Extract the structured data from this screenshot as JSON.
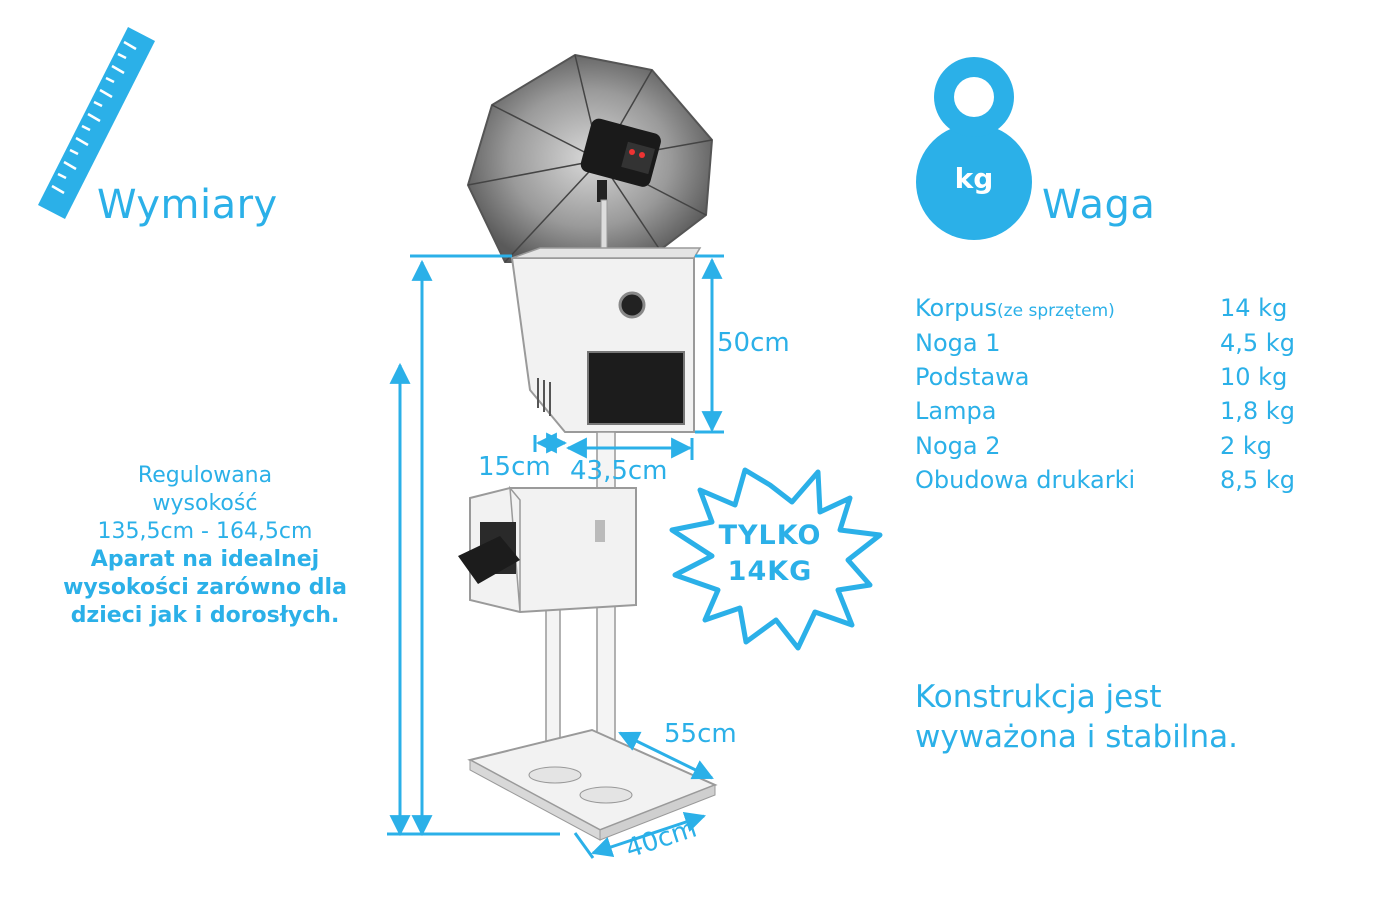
{
  "colors": {
    "accent": "#2bb0e8",
    "product": "#f2f2f2",
    "outline": "#9a9a9a"
  },
  "header_left": {
    "icon": "ruler-icon",
    "title": "Wymiary"
  },
  "header_right": {
    "icon": "kettlebell-icon",
    "icon_label": "kg",
    "title": "Waga"
  },
  "dimensions": {
    "head_height": "50cm",
    "head_depth": "15cm",
    "head_width": "43,5cm",
    "base_depth": "55cm",
    "base_width": "40cm"
  },
  "height_info": {
    "line1": "Regulowana",
    "line2": "wysokość",
    "line3": "135,5cm - 164,5cm",
    "bold1": "Aparat na idealnej",
    "bold2": "wysokości zarówno dla",
    "bold3": "dzieci jak i dorosłych."
  },
  "badge": {
    "line1": "TYLKO",
    "line2": "14KG"
  },
  "weights": [
    {
      "name": "Korpus",
      "sub": "(ze sprzętem)",
      "value": "14 kg"
    },
    {
      "name": "Noga 1",
      "sub": "",
      "value": "4,5 kg"
    },
    {
      "name": "Podstawa",
      "sub": "",
      "value": "10 kg"
    },
    {
      "name": "Lampa",
      "sub": "",
      "value": "1,8 kg"
    },
    {
      "name": "Noga 2",
      "sub": "",
      "value": "2 kg"
    },
    {
      "name": "Obudowa drukarki",
      "sub": "",
      "value": "8,5 kg"
    }
  ],
  "note": {
    "line1": "Konstrukcja jest",
    "line2": "wyważona i stabilna."
  }
}
